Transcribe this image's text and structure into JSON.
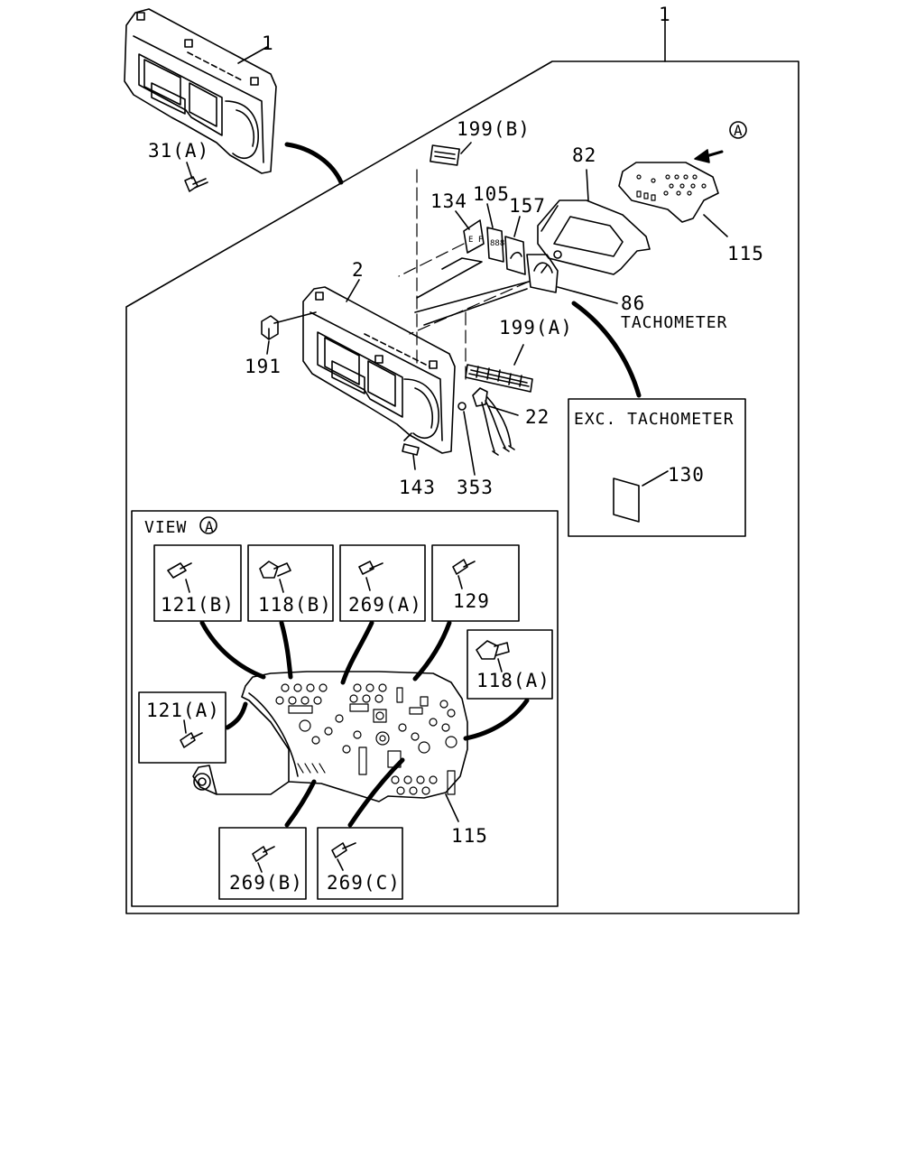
{
  "callouts": {
    "c1_top": "1",
    "c1_bezel": "1",
    "c2": "2",
    "c31a": "31(A)",
    "c199b": "199(B)",
    "c82": "82",
    "c134": "134",
    "c105": "105",
    "c157": "157",
    "c115_top": "115",
    "c86": "86",
    "tachometer": "TACHOMETER",
    "c199a": "199(A)",
    "c191": "191",
    "c22": "22",
    "c143": "143",
    "c353": "353",
    "c130": "130",
    "c115_view": "115",
    "view_marker": "A"
  },
  "exc_box": {
    "title": "EXC. TACHOMETER"
  },
  "view_box": {
    "title": "VIEW",
    "marker": "A",
    "parts": [
      {
        "label": "121(B)"
      },
      {
        "label": "118(B)"
      },
      {
        "label": "269(A)"
      },
      {
        "label": "129"
      },
      {
        "label": "118(A)"
      },
      {
        "label": "121(A)"
      },
      {
        "label": "269(B)"
      },
      {
        "label": "269(C)"
      }
    ]
  },
  "colors": {
    "line": "#000000",
    "background": "#ffffff"
  }
}
